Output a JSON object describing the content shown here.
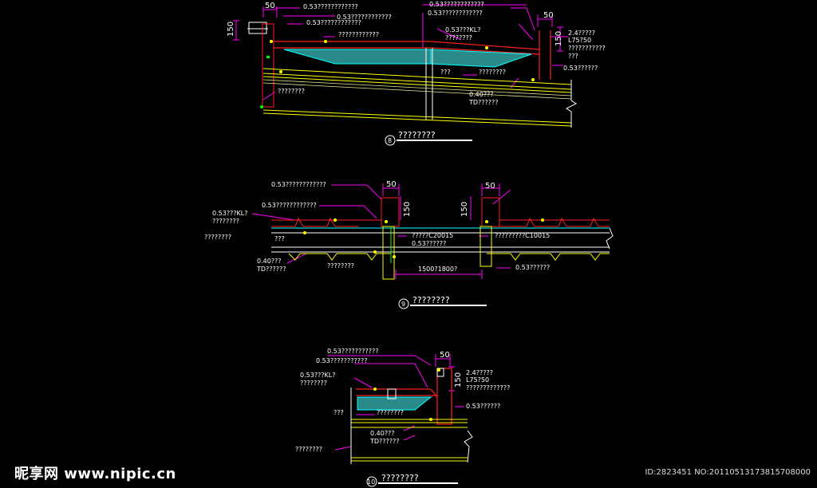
{
  "colors": {
    "bg": "#000000",
    "magenta": "#ff00ff",
    "red": "#ff2020",
    "yellow": "#ffff00",
    "cyan": "#00ffff",
    "green": "#00ff00",
    "white": "#ffffff",
    "orange": "#ff8800",
    "lightyellow": "#e8e890"
  },
  "d8": {
    "dim50a": "50",
    "dim50b": "50",
    "dim150a": "150",
    "dim150b": "150",
    "l1": "0.53????????????",
    "l2": "0.53????????????",
    "l3": "0.53????????????",
    "l4": "0.53????????????",
    "l5": "????????????",
    "l6": "0.53???KL?",
    "l7": "????????",
    "l8": "2.4?????",
    "l9": "L75?50",
    "l10": "???????????",
    "l11": "???",
    "l12": "0.53??????",
    "l13": "???",
    "l14": "????????",
    "l15": "0.40???",
    "l16": "TD??????",
    "l17": "????????",
    "num": "8",
    "title": "????????"
  },
  "d9": {
    "dim50a": "50",
    "dim50b": "50",
    "dim150a": "150",
    "dim150b": "150",
    "l1": "0.53????????????",
    "l2": "0.53????????????",
    "l3": "0.53???KL?",
    "l4": "????????",
    "l5": "????????",
    "l6": "???",
    "l7": "?????C20015",
    "l8": "?????????C10015",
    "l9": "0.53??????",
    "l10": "0.40???",
    "l11": "TD??????",
    "l12": "????????",
    "l13": "1500?1800?",
    "l14": "0.53??????",
    "num": "9",
    "title": "????????"
  },
  "d10": {
    "dim50": "50",
    "dim150": "150",
    "l1": "0.53???????????",
    "l2": "0.53???????????",
    "l3": "0.53???KL?",
    "l4": "????????",
    "l5": "2.4?????",
    "l6": "L75?50",
    "l7": "?????????????",
    "l8": "???",
    "l9": "????????",
    "l10": "0.53??????",
    "l11": "0.40???",
    "l12": "TD??????",
    "l13": "????????",
    "num": "10",
    "title": "????????"
  },
  "watermark": {
    "left": "昵享网 www.nipic.cn",
    "right": "ID:2823451 NO:20110513173815708000"
  }
}
